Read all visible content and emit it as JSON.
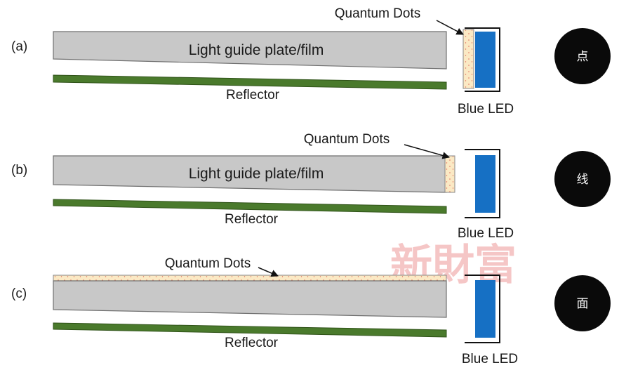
{
  "colors": {
    "plate": "#c8c8c8",
    "plate_stroke": "#707070",
    "reflector": "#4a7a2c",
    "quantum_dots": "#fbe9c4",
    "qd_dot": "#e07060",
    "led": "#1670c4",
    "circle": "#0a0a0a",
    "watermark": "#f2b3b3"
  },
  "panels": [
    {
      "tag": "(a)",
      "plate_label": "Light guide plate/film",
      "reflector_label": "Reflector",
      "qd_label": "Quantum Dots",
      "led_label": "Blue LED",
      "circle_text": "点"
    },
    {
      "tag": "(b)",
      "plate_label": "Light guide plate/film",
      "reflector_label": "Reflector",
      "qd_label": "Quantum Dots",
      "led_label": "Blue LED",
      "circle_text": "线"
    },
    {
      "tag": "(c)",
      "plate_label": "",
      "reflector_label": "Reflector",
      "qd_label": "Quantum Dots",
      "led_label": "Blue LED",
      "circle_text": "面"
    }
  ],
  "watermark": "新財富"
}
